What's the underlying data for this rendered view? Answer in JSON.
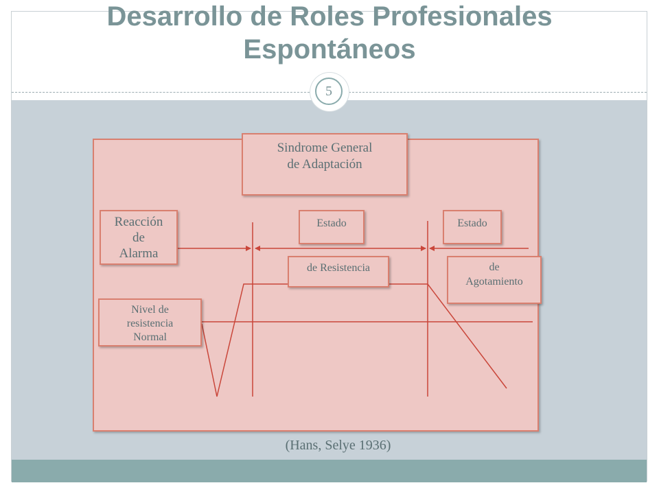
{
  "slide": {
    "title_line1": "Desarrollo de Roles Profesionales",
    "title_line2": "Espontáneos",
    "page_number": "5"
  },
  "diagram": {
    "sindrome_line1": "Sindrome General",
    "sindrome_line2": "de  Adaptación",
    "reaccion_line1": "Reacción",
    "reaccion_line2": "de",
    "reaccion_line3": "Alarma",
    "estado_resistencia_top": "Estado",
    "estado_resistencia_bottom": "de Resistencia",
    "estado_agotamiento_top": "Estado",
    "agotamiento_line1": "de",
    "agotamiento_line2": "Agotamiento",
    "nivel_line1": "Nivel de",
    "nivel_line2": "resistencia",
    "nivel_line3": "Normal"
  },
  "caption": "(Hans, Selye 1936)",
  "colors": {
    "title": "#7a9497",
    "content_background": "#c7d1d8",
    "footer_band": "#8aabac",
    "box_fill": "#eec8c5",
    "box_border": "#d97f6f",
    "line": "#c9463a",
    "text": "#5a6f73"
  }
}
